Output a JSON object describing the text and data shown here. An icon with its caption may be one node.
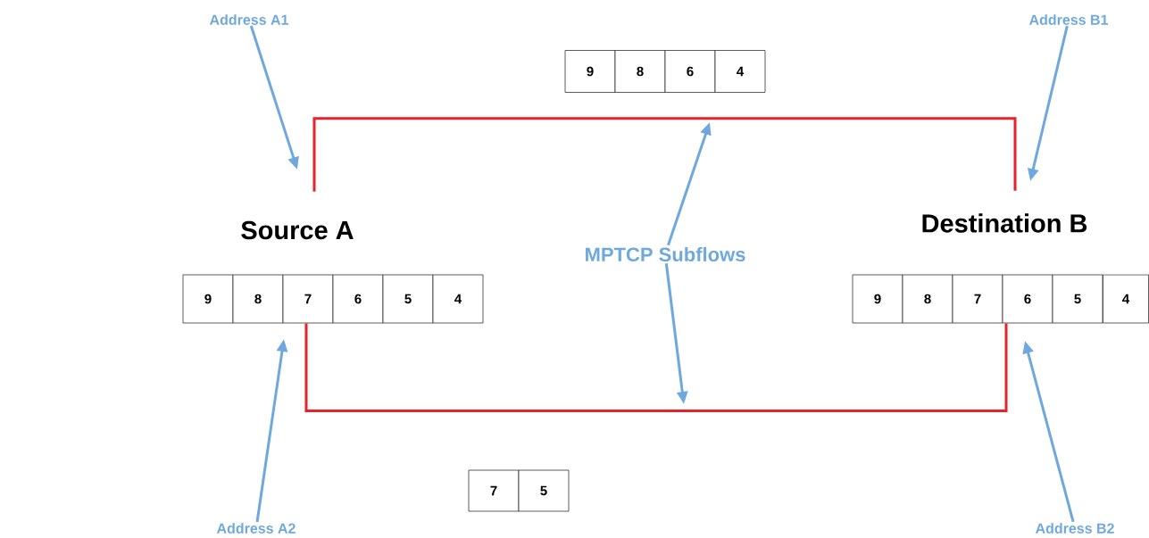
{
  "diagram": {
    "nodes": [
      {
        "text": [
          "Address A1"
        ]
      },
      {
        "text": [
          "Address B1"
        ]
      },
      {
        "text": [
          "9"
        ]
      },
      {
        "text": [
          "8"
        ]
      },
      {
        "text": [
          "6"
        ]
      },
      {
        "text": [
          "4"
        ]
      },
      {
        "text": [
          "Source A"
        ]
      },
      {
        "text": [
          "MPTCP Subflows"
        ]
      },
      {
        "text": [
          "Destination B"
        ]
      },
      {
        "text": [
          "9"
        ]
      },
      {
        "text": [
          "8"
        ]
      },
      {
        "text": [
          "7"
        ]
      },
      {
        "text": [
          "6"
        ]
      },
      {
        "text": [
          "5"
        ]
      },
      {
        "text": [
          "4"
        ]
      },
      {
        "text": [
          "9"
        ]
      },
      {
        "text": [
          "8"
        ]
      },
      {
        "text": [
          "7"
        ]
      },
      {
        "text": [
          "6"
        ]
      },
      {
        "text": [
          "5"
        ]
      },
      {
        "text": [
          "4"
        ]
      },
      {
        "text": [
          "7"
        ]
      },
      {
        "text": [
          "5"
        ]
      },
      {
        "text": [
          "Address A2"
        ]
      },
      {
        "text": [
          "Address B2"
        ]
      }
    ],
    "edges": [
      {
        "from": 0,
        "to": null,
        "arrow": "to"
      },
      {
        "from": 1,
        "to": null,
        "arrow": "to"
      },
      {
        "from": 7,
        "to": null,
        "arrow": "to"
      },
      {
        "from": 7,
        "to": null,
        "arrow": "to"
      },
      {
        "from": 6,
        "to": 8,
        "arrow": "none",
        "color": "#e8212a"
      },
      {
        "from": 11,
        "to": 18,
        "arrow": "none",
        "color": "#e8212a"
      },
      {
        "from": 23,
        "to": null,
        "arrow": "to"
      },
      {
        "from": 24,
        "to": null,
        "arrow": "to"
      }
    ]
  }
}
